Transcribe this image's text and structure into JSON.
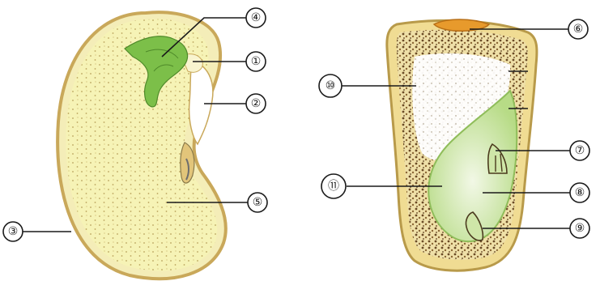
{
  "colors": {
    "seed_coat_outline": "#c9a85a",
    "bean_cotyledon": "#f6f3b6",
    "bean_speckle": "#b9a25c",
    "plumule_green": "#7cbf49",
    "endosperm_fill": "#ffffff",
    "endosperm_speckle": "#6a4a25",
    "corn_embryo": "#cfe6a8",
    "corn_hilum": "#e79a2c",
    "leader_line": "#1a1a1a"
  },
  "markers": [
    {
      "id": "m1",
      "label": "①"
    },
    {
      "id": "m2",
      "label": "②"
    },
    {
      "id": "m3",
      "label": "③"
    },
    {
      "id": "m4",
      "label": "④"
    },
    {
      "id": "m5",
      "label": "⑤"
    },
    {
      "id": "m6",
      "label": "⑥"
    },
    {
      "id": "m7",
      "label": "⑦"
    },
    {
      "id": "m8",
      "label": "⑧"
    },
    {
      "id": "m9",
      "label": "⑨"
    },
    {
      "id": "m10",
      "label": "⑩"
    },
    {
      "id": "m11",
      "label": "⑪"
    }
  ]
}
